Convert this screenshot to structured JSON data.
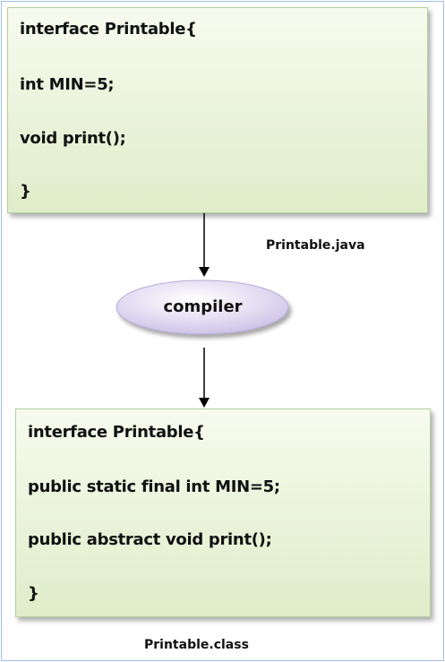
{
  "source_box": {
    "lines": [
      "interface Printable{",
      "int MIN=5;",
      "void print();",
      "}"
    ],
    "caption": "Printable.java"
  },
  "process": {
    "label": "compiler"
  },
  "output_box": {
    "lines": [
      "interface Printable{",
      "public static final int MIN=5;",
      "public abstract void print();",
      "}"
    ],
    "caption": "Printable.class"
  },
  "colors": {
    "box_fill": "#e6f0d4",
    "box_border": "#b8cfa0",
    "ellipse_fill": "#ddd6ef",
    "frame_border": "#9fc0e4"
  }
}
